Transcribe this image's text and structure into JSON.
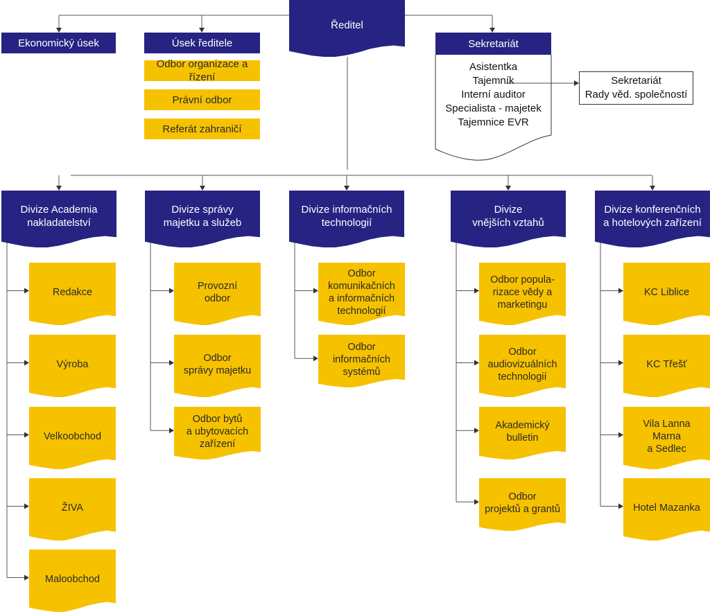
{
  "root": {
    "label": "Ředitel"
  },
  "top_units": {
    "economic": {
      "label": "Ekonomický úsek"
    },
    "director_office": {
      "label": "Úsek ředitele",
      "items": [
        "Odbor organizace a řízení",
        "Právní odbor",
        "Referát zahraničí"
      ]
    },
    "secretariat": {
      "label": "Sekretariát",
      "staff": [
        "Asistentka",
        "Tajemník",
        "Interní auditor",
        "Specialista - majetek",
        "Tajemnice EVR"
      ],
      "linked_box": "Sekretariát\nRady věd. společností"
    }
  },
  "divisions": [
    {
      "label": "Divize Academia\nnakladatelství",
      "departments": [
        "Redakce",
        "Výroba",
        "Velkoobchod",
        "ŽIVA",
        "Maloobchod"
      ]
    },
    {
      "label": "Divize správy\nmajetku a služeb",
      "departments": [
        "Provozní\nodbor",
        "Odbor\nsprávy majetku",
        "Odbor bytů\na ubytovacích\nzařízení"
      ]
    },
    {
      "label": "Divize informačních\ntechnologií",
      "departments": [
        "Odbor\nkomunikačních\na informačních\ntechnologií",
        "Odbor\ninformačních\nsystémů"
      ]
    },
    {
      "label": "Divize\nvnějších vztahů",
      "departments": [
        "Odbor popula-\nrizace vědy a\nmarketingu",
        "Odbor\naudiovizuálních\ntechnologií",
        "Akademický\nbulletin",
        "Odbor\nprojektů a grantů"
      ]
    },
    {
      "label": "Divize konferenčních\na hotelových zařízení",
      "departments": [
        "KC Liblice",
        "KC Třešť",
        "Vila Lanna\nMarna\na Sedlec",
        "Hotel Mazanka"
      ]
    }
  ],
  "colors": {
    "navy": "#262382",
    "gold": "#f6c200",
    "line": "#555555"
  }
}
